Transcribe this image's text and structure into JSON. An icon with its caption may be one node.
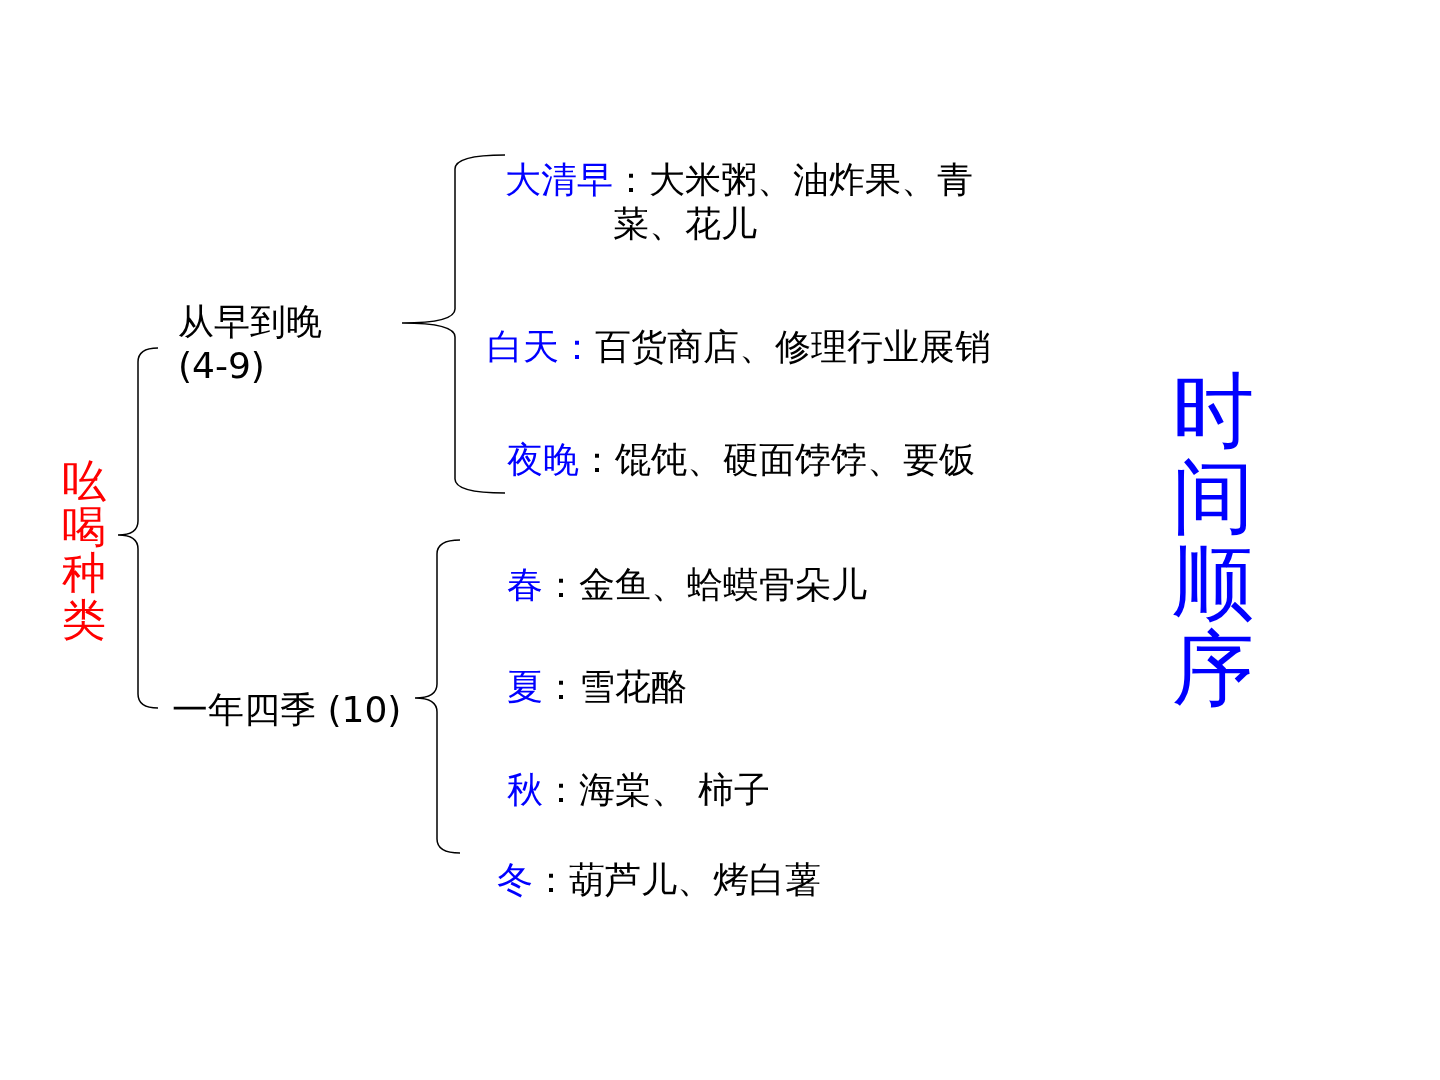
{
  "diagram": {
    "nodes": [
      {
        "text": [
          "吆喝种类"
        ]
      },
      {
        "text": [
          "从早到晚 (4-9)"
        ]
      },
      {
        "text": [
          "一年四季 (10)"
        ]
      },
      {
        "text": [
          "大清早",
          "：大米粥、油炸果、青菜、花儿"
        ]
      },
      {
        "text": [
          "白天：",
          "百货商店、修理行业展销"
        ]
      },
      {
        "text": [
          "夜晚",
          "：馄饨、硬面饽饽、要饭"
        ]
      },
      {
        "text": [
          "春",
          "：金鱼、蛤蟆骨朵儿"
        ]
      },
      {
        "text": [
          "夏",
          "：雪花酪"
        ]
      },
      {
        "text": [
          "秋",
          "：海棠、 柿子"
        ]
      },
      {
        "text": [
          "冬",
          "：葫芦儿、烤白薯"
        ]
      },
      {
        "text": [
          "时间顺序"
        ]
      }
    ]
  }
}
